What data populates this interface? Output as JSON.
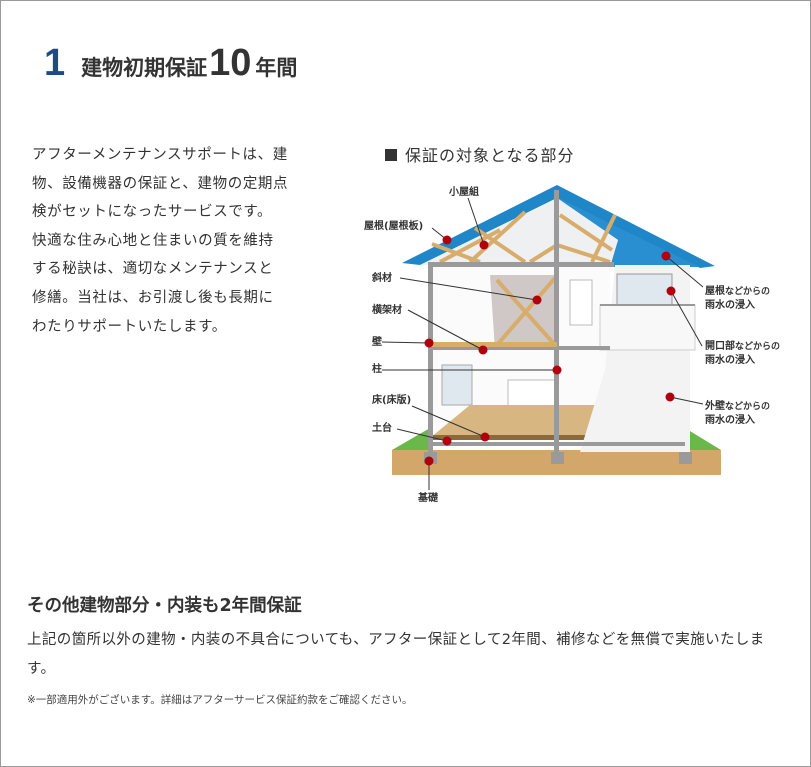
{
  "header": {
    "number": "1",
    "title_pre": "建物初期保証",
    "title_big": "10",
    "title_post": "年間"
  },
  "intro": [
    "アフターメンテナンスサポートは、建",
    "物、設備機器の保証と、建物の定期点",
    "検がセットになったサービスです。",
    "快適な住み心地と住まいの質を維持",
    "する秘訣は、適切なメンテナンスと",
    "修繕。当社は、お引渡し後も長期に",
    "わたりサポートいたします。"
  ],
  "figure": {
    "title": "保証の対象となる部分",
    "labels": {
      "koyagumi": "小屋組",
      "yane": "屋根(屋根板)",
      "shazai": "斜材",
      "oukazai": "横架材",
      "kabe": "壁",
      "hashira": "柱",
      "yuka": "床(床版)",
      "dodai": "土台",
      "kiso": "基礎"
    },
    "right_labels": [
      {
        "main": "屋根",
        "sub": "などからの",
        "line2": "雨水の浸入"
      },
      {
        "main": "開口部",
        "sub": "などからの",
        "line2": "雨水の浸入"
      },
      {
        "main": "外壁",
        "sub": "などからの",
        "line2": "雨水の浸入"
      }
    ],
    "colors": {
      "roof": "#1f86c8",
      "dot": "#b00010",
      "ground": "#d3a66a",
      "grass": "#6bb84a"
    }
  },
  "other": {
    "heading": "その他建物部分・内装も2年間保証",
    "body": "上記の箇所以外の建物・内装の不具合についても、アフター保証として2年間、補修などを無償で実施いたします。",
    "note": "※一部適用外がございます。詳細はアフターサービス保証約款をご確認ください。"
  }
}
